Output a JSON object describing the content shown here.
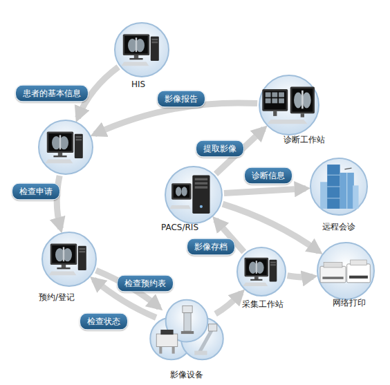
{
  "diagram": {
    "nodes": [
      {
        "text": [
          "HIS"
        ]
      },
      {
        "text": []
      },
      {
        "text": [
          "诊断工作站"
        ]
      },
      {
        "text": [
          "PACS/RIS"
        ]
      },
      {
        "text": [
          "远程会诊"
        ]
      },
      {
        "text": [
          "预约/登记"
        ]
      },
      {
        "text": [
          "采集工作站"
        ]
      },
      {
        "text": [
          "网络打印"
        ]
      },
      {
        "text": [
          "影像设备"
        ]
      }
    ],
    "edges": [
      {
        "from": 0,
        "to": 1,
        "arrow": "to",
        "label": "患者的基本信息"
      },
      {
        "from": 2,
        "to": 1,
        "arrow": "to",
        "label": "影像报告"
      },
      {
        "from": 1,
        "to": 5,
        "arrow": "to",
        "label": "检查申请"
      },
      {
        "from": 5,
        "to": 8,
        "arrow": "to",
        "label": "检查预约表"
      },
      {
        "from": 8,
        "to": 5,
        "arrow": "to",
        "label": "检查状态"
      },
      {
        "from": 3,
        "to": 2,
        "arrow": "to",
        "label": "提取影像"
      },
      {
        "from": 3,
        "to": 4,
        "arrow": "to",
        "label": "诊断信息"
      },
      {
        "from": 6,
        "to": 3,
        "arrow": "to",
        "label": "影像存档"
      },
      {
        "from": 8,
        "to": 6,
        "arrow": "to"
      },
      {
        "from": 3,
        "to": 7,
        "arrow": "to"
      },
      {
        "from": 6,
        "to": 7,
        "arrow": "to"
      }
    ]
  }
}
